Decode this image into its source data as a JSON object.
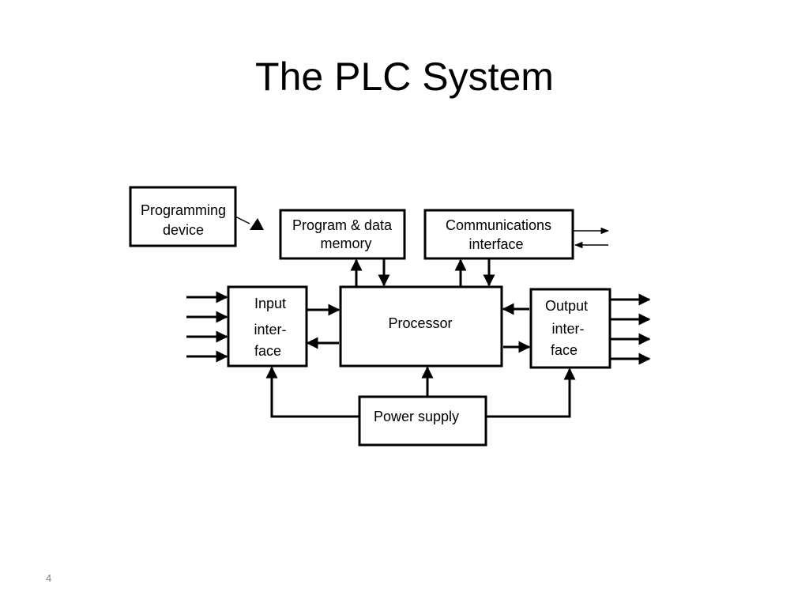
{
  "slide": {
    "title": "The PLC System",
    "number": "4"
  },
  "diagram": {
    "programming_device": [
      "Programming",
      "device"
    ],
    "memory": [
      "Program & data",
      "memory"
    ],
    "communications": [
      "Communications",
      "interface"
    ],
    "input_interface": [
      "Input",
      "inter-",
      "face"
    ],
    "processor": "Processor",
    "output_interface": [
      "Output",
      "inter-",
      "face"
    ],
    "power_supply": "Power supply"
  }
}
